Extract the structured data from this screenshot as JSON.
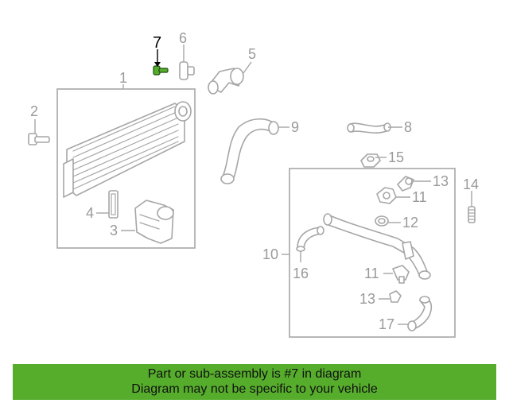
{
  "diagram": {
    "highlight_color": "#56ad2c",
    "callouts": {
      "c1": "1",
      "c2": "2",
      "c3": "3",
      "c4": "4",
      "c5": "5",
      "c6": "6",
      "c7": "7",
      "c8": "8",
      "c9": "9",
      "c10": "10",
      "c11a": "11",
      "c11b": "11",
      "c12": "12",
      "c13a": "13",
      "c13b": "13",
      "c14": "14",
      "c15": "15",
      "c16": "16",
      "c17": "17"
    }
  },
  "banner": {
    "line1": "Part or sub-assembly is #7 in diagram",
    "line2": "Diagram may not be specific to your vehicle",
    "background": "#56ad2c"
  }
}
